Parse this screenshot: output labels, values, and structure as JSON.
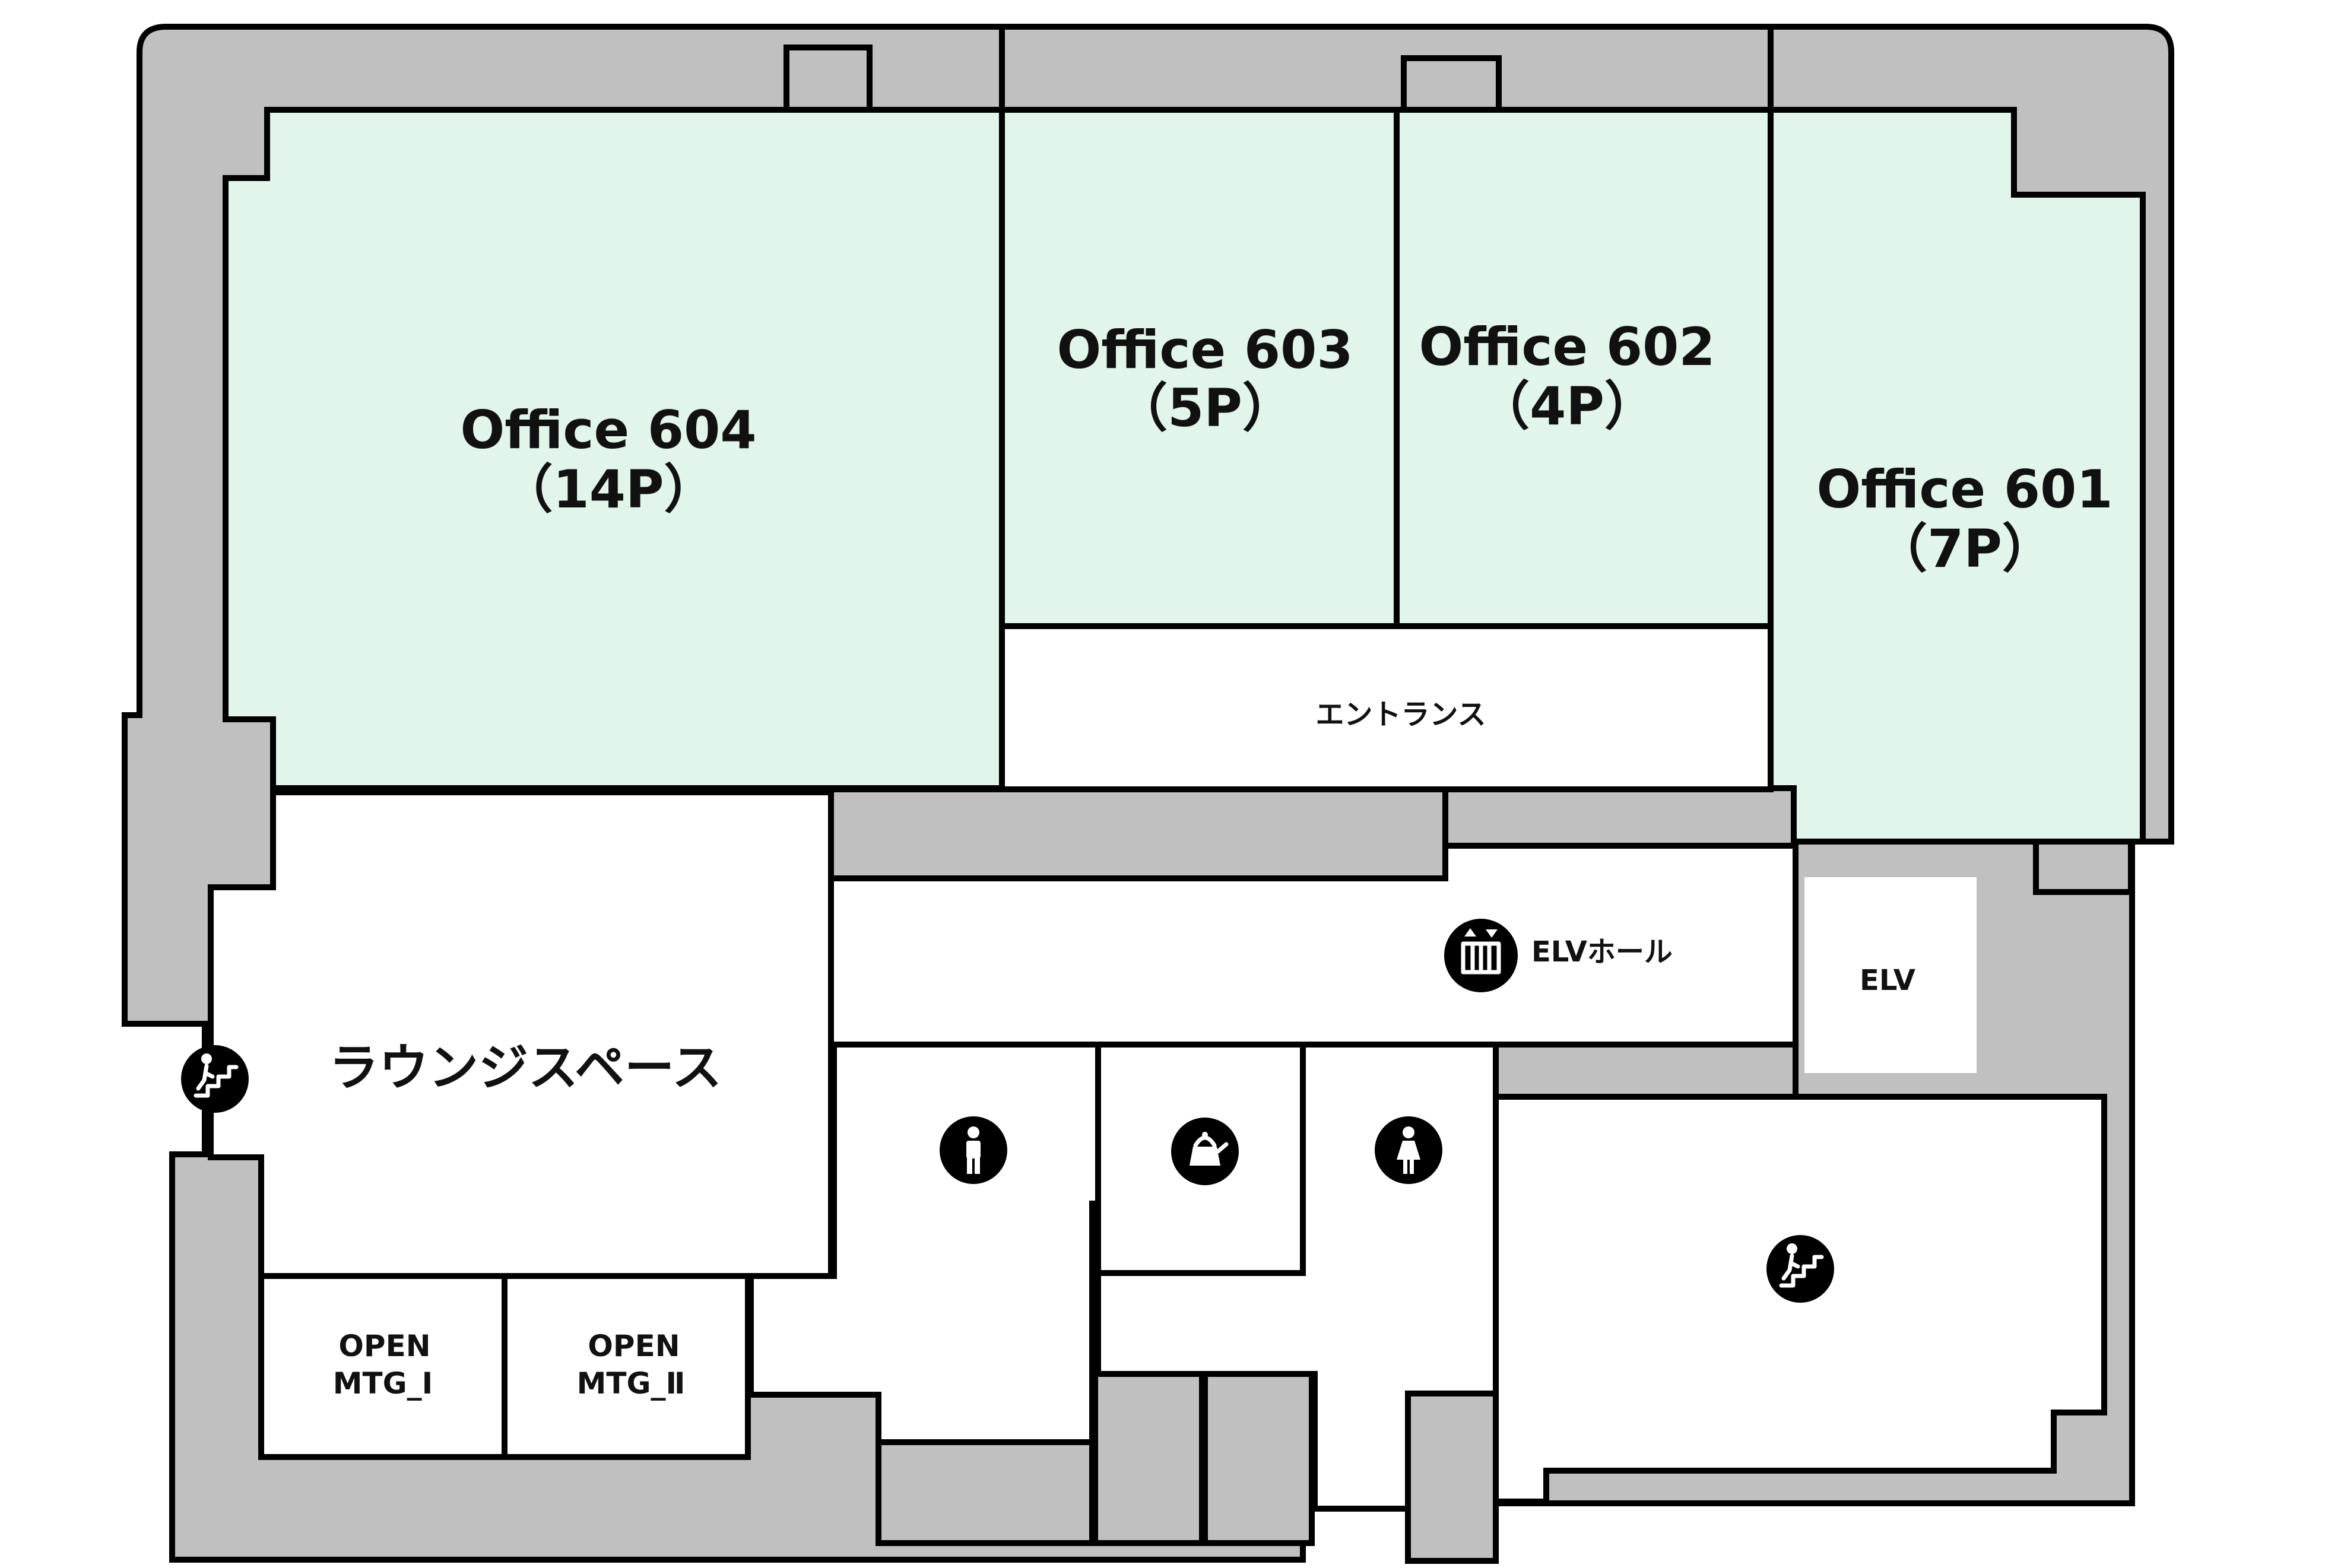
{
  "offices": [
    {
      "name": "Office 604",
      "capacity": "（14P）"
    },
    {
      "name": "Office 603",
      "capacity": "（5P）"
    },
    {
      "name": "Office 602",
      "capacity": "（4P）"
    },
    {
      "name": "Office 601",
      "capacity": "（7P）"
    }
  ],
  "rooms": {
    "entrance": "エントランス",
    "elevator_hall": "ELVホール",
    "elevator": "ELV",
    "lounge": "ラウンジスペース",
    "open_mtg_1": {
      "line1": "OPEN",
      "line2": "MTG_Ⅰ"
    },
    "open_mtg_2": {
      "line1": "OPEN",
      "line2": "MTG_Ⅱ"
    }
  },
  "icons": {
    "stairs_west": "stairs-icon",
    "stairs_east": "stairs-icon",
    "elevator": "elevator-icon",
    "mens_restroom": "male-restroom-icon",
    "womens_restroom": "female-restroom-icon",
    "pantry": "kettle-icon"
  },
  "colors": {
    "office_fill": "#e2f5ea",
    "structure_fill": "#c0c0c0",
    "wall_stroke": "#000000"
  }
}
